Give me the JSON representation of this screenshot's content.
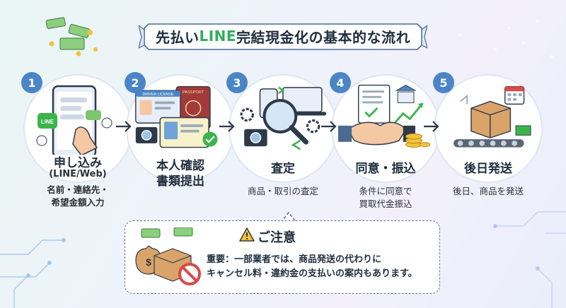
{
  "title": {
    "prefix": "先払い",
    "highlight": "LINE",
    "suffix": "完結現金化の基本的な流れ"
  },
  "steps": [
    {
      "number": "1",
      "title": "申し込み",
      "subtitle": "(LINE/Web)",
      "detail_1": "名前・連絡先・",
      "detail_2": "希望金額入力",
      "icon_label": "LINE"
    },
    {
      "number": "2",
      "title_1": "本人確認",
      "title_2": "書類提出",
      "license_label": "DRIVER LICENSE",
      "passport_label": "PASSPORT"
    },
    {
      "number": "3",
      "title": "査定",
      "detail": "商品・取引の査定"
    },
    {
      "number": "4",
      "title": "同意・振込",
      "detail_1": "条件に同意で",
      "detail_2": "買取代金振込"
    },
    {
      "number": "5",
      "title": "後日発送",
      "detail": "後日、商品を発送"
    }
  ],
  "notice": {
    "title": "ご注意",
    "body_1": "重要：一部業者では、商品発送の代わりに",
    "body_2": "キャンセル料・違約金の支払いの案内もあります。"
  },
  "colors": {
    "accent": "#4a86c7",
    "brand_green": "#2fae5b",
    "text": "#1f2d3d",
    "warning": "#f2c230"
  }
}
